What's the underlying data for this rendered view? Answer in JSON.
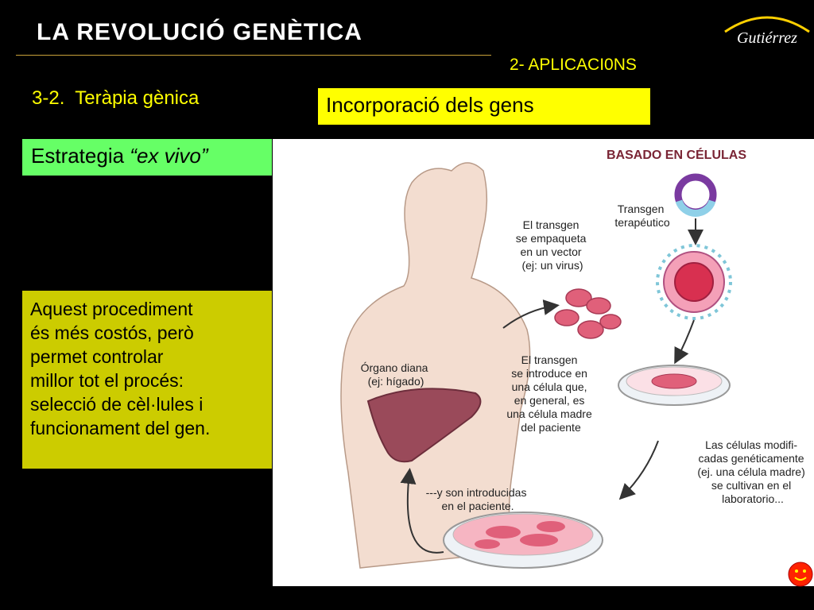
{
  "header": {
    "title": "LA REVOLUCIÓ GENÈTICA",
    "subtitle": "2- APLICACI0NS",
    "logo_text": "Gutiérrez"
  },
  "section": {
    "label": "3-2.  Teràpia gènica"
  },
  "incorporation": {
    "label": "Incorporació dels gens"
  },
  "strategy": {
    "label_prefix": "Estrategia ",
    "label_italic": "“ex vivo”"
  },
  "description": {
    "lines": [
      "Aquest procediment",
      "és més costós, però",
      "permet controlar",
      "millor tot el procés:",
      "selecció de cèl·lules i",
      "funcionament del gen."
    ]
  },
  "figure": {
    "heading": "BASADO EN CÉLULAS",
    "label_transgen": [
      "Transgen",
      "terapéutico"
    ],
    "label_vector": [
      "El transgen",
      "se empaqueta",
      "en un vector",
      "(ej: un virus)"
    ],
    "label_organ": [
      "Órgano diana",
      "(ej: hígado)"
    ],
    "label_introduce": [
      "El transgen",
      "se introduce en",
      "una célula que,",
      "en general, es",
      "una célula madre",
      "del paciente"
    ],
    "label_cultivate": [
      "Las células modifi-",
      "cadas genéticamente",
      "(ej. una célula madre)",
      "se cultivan en el",
      "laboratorio..."
    ],
    "label_return": [
      "---y son introducidas",
      "en el paciente."
    ]
  },
  "colors": {
    "yellow": "#ffff00",
    "green": "#66ff66",
    "olive": "#cccc00",
    "liver": "#9a4a5a",
    "cell": "#e0607a"
  }
}
